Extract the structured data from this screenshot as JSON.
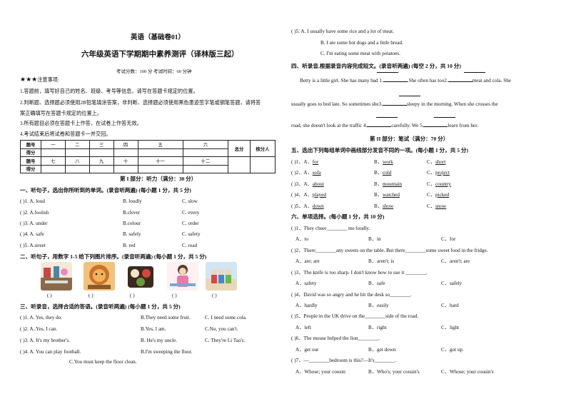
{
  "header": {
    "title1": "英语（基础卷01）",
    "title2": "六年级英语下学期期中素养测评（译林版三起）",
    "info": "考试分数：100 分      考试时间：60 分钟"
  },
  "notice": {
    "label": "注意事项:",
    "items": [
      "1.答题前，填写好自己的姓名、班级、考号等信息，请写在答题卡规定的位置。",
      "2.判断题、选择题必须使用2B铅笔填涂答案，非判断、选择题必须使用黑色墨迹签字笔或钢笔答题，请将答",
      "案正确填写在答题卡规定的位置上。",
      "3.所有题目必须在答题卡上作答，在试卷上作答无效。",
      "4.考试结束后将试卷和答题卡一并交回。"
    ]
  },
  "score_table": {
    "row1": [
      "题号",
      "一",
      "二",
      "三",
      "四",
      "五",
      "六"
    ],
    "row2": [
      "得分"
    ],
    "row3": [
      "题号",
      "七",
      "八",
      "九",
      "十",
      "十一",
      "十二"
    ],
    "row4": [
      "得分"
    ],
    "total": "总分",
    "grader": "核分人"
  },
  "part1": "第 I 部分：听力（满分：30 分）",
  "q1": {
    "heading": "一、听句子，选出你所听到的单词。(录音听两遍) (每小题 1 分，共 5 分)",
    "rows": [
      [
        "(       )1. A. loud",
        "B. loudly",
        "C. slow"
      ],
      [
        "(       )2. A.foolish",
        "B.clever",
        "C. every"
      ],
      [
        "(       )3. A. under",
        "B.colour",
        "C. order"
      ],
      [
        "(       )4. A. safe",
        "B. safely",
        "C. safety"
      ],
      [
        "(       )5. A.street",
        "B. red",
        "C. road"
      ]
    ]
  },
  "q2": {
    "heading": "二、听句子，用数字 1-5 给下列图片排序。(录音听两遍) (每小题 1 分，共 5 分)",
    "parens": [
      "(       )",
      "(       )",
      "(       )",
      "(       )",
      "(       )"
    ]
  },
  "q3": {
    "heading": "三、听录音，选择合适的答语。(录音听两遍) (每小题 1 分，共 5 分)",
    "rows": [
      [
        "(       )1. A. Yes, they do.",
        "B.They need some fruit.",
        "C. I need some cola."
      ],
      [
        "(       )2. A..Yes, I can.",
        "B.Yes, I am.",
        "C.No, you can't."
      ],
      [
        "(       )3. A. It's my brother's.",
        "B. He's my uncle.",
        "C. They're Li  Tao's."
      ],
      [
        "(       )4. A. You can play football.",
        "B.I'm sweeping the floor.",
        ""
      ]
    ],
    "extra": "C.You must keep the floor clean."
  },
  "right_top": {
    "q5": "(       )5. A. I usually have some rice and a lot of meat.",
    "q5b": "B. I ate some hot dogs and a little bread.",
    "q5c": "C. I'm eating some meat with potatoes."
  },
  "q4": {
    "heading": "四、听录音,根据录音内容完成短文。(录音听两遍) (每空 2 分，共 10 分)",
    "l1a": "Betty is a little girl. She has many bad 1.",
    "l1b": ".She often has too2.",
    "l1c": "meat and cola. She",
    "l2a": "usually goes to bed late. So sometimes she3.",
    "l2b": "sleepy in the morning. When she crosses the",
    "l3a": "road, she doesn't look at the traffic 4.",
    "l3b": "carefully. We 5.",
    "l3c": "learn from her."
  },
  "part2": "第 II 部分：笔试（满分：70 分）",
  "q5": {
    "heading": "五、选出下列每组单词中画线部分发音不同的一项。(每小题 1 分，共 5 分)",
    "rows": [
      [
        "(       )1．A．",
        "for",
        "B．",
        "work",
        "C．",
        "short"
      ],
      [
        "(       )2．A．",
        "sofa",
        "B．",
        "cold",
        "C．",
        "project"
      ],
      [
        "(       )3．A．",
        "about",
        "B．",
        "mountain",
        "C．",
        "country"
      ],
      [
        "(       )4．A．",
        "played",
        "B．",
        "watched",
        "C．",
        "picked"
      ],
      [
        "(       )5．A．",
        "down",
        "B．",
        "show",
        "C．",
        "snow"
      ]
    ]
  },
  "q6": {
    "heading": "六、单项选择。(每小题 1 分，共 10 分)",
    "items": [
      {
        "q": "(       )1．They cheer________ me loudly.",
        "a": "A．to",
        "b": "B．in",
        "c": "C．for"
      },
      {
        "q": "(       )2．There________any sweets on the table. But there________some sweet food in the fridge.",
        "a": "A．are; are",
        "b": "B．aren't; is",
        "c": "C．aren't; are"
      },
      {
        "q": "(       )3．The knife is too sharp. I don't know how to use it ________.",
        "a": "A．safety",
        "b": "B．safe",
        "c": "C．safely"
      },
      {
        "q": "(       )4．David was so angry and he hit the desk so________.",
        "a": "A．hardly",
        "b": "B．easily",
        "c": "C．hard"
      },
      {
        "q": "(       )5．People in the UK drive on the________side of the road.",
        "a": "A．left",
        "b": "B．right",
        "c": "C．light"
      },
      {
        "q": "(       )6．The mouse helped the lion________.",
        "a": "A．get out",
        "b": "B．get down",
        "c": "C．got up"
      },
      {
        "q": "(       )7．—________bedroom is this?—It's________.",
        "a": "A．Whose; your cousin",
        "b": "B．Who's; your cousin's",
        "c": "C．Whose; your cousin's"
      }
    ]
  }
}
